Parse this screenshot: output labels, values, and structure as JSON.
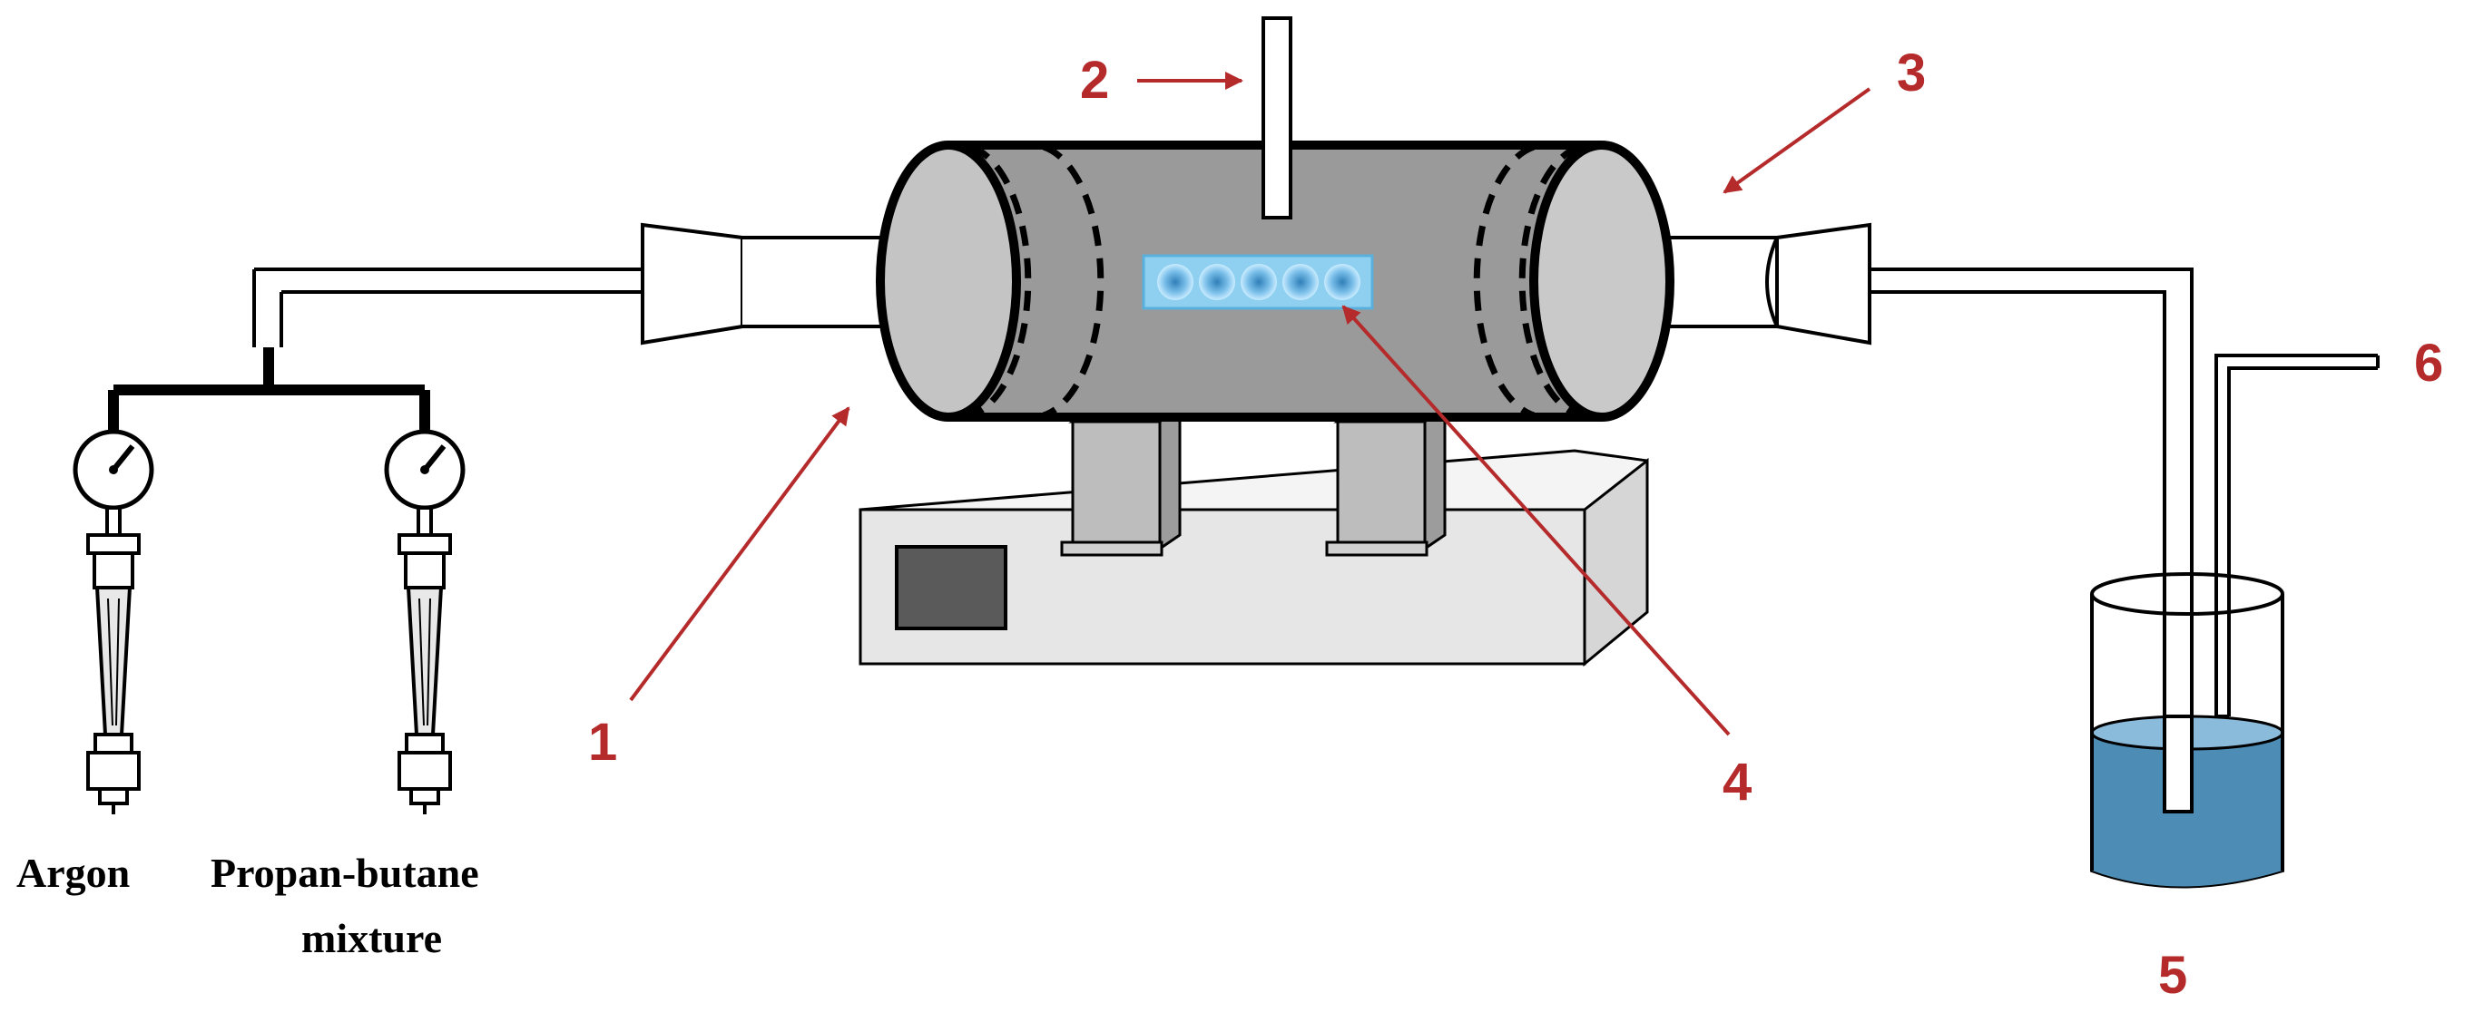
{
  "diagram": {
    "callouts": {
      "c1": "1",
      "c2": "2",
      "c3": "3",
      "c4": "4",
      "c5": "5",
      "c6": "6"
    },
    "gas_labels": {
      "argon": "Argon",
      "propan_line1": "Propan-butane",
      "propan_line2": "mixture"
    },
    "colors": {
      "callout": "#b52a2a",
      "tube_body": "#9a9a9a",
      "tube_end": "#c6c6c6",
      "furnace_body": "#e4e4e4",
      "water": "#4d8db5",
      "sample_boat": "#8fd0f0",
      "outline": "#000000"
    },
    "icons": [
      "pressure-gauge-icon",
      "flow-meter-icon",
      "beaker-icon",
      "gas-tube-icon"
    ]
  }
}
